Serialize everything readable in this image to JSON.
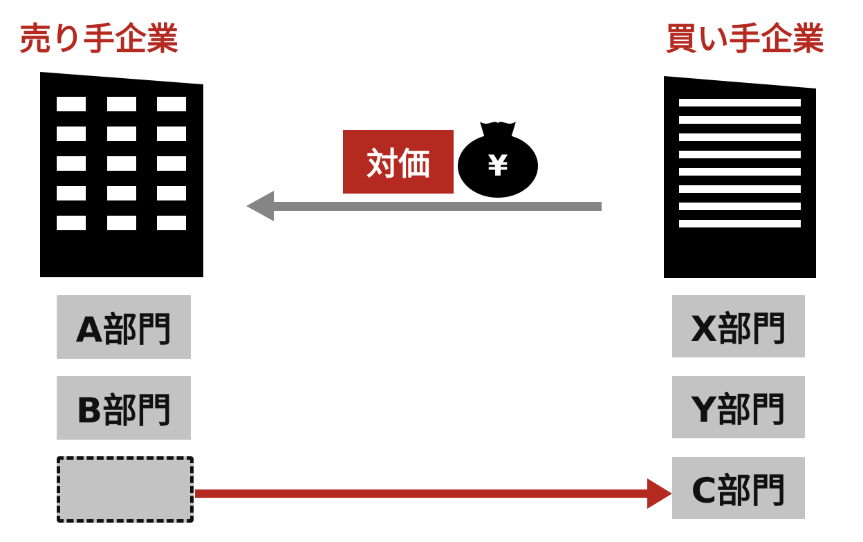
{
  "seller": {
    "title": "売り手企業",
    "departments": [
      "A部門",
      "B部門"
    ]
  },
  "buyer": {
    "title": "買い手企業",
    "departments": [
      "X部門",
      "Y部門",
      "C部門"
    ]
  },
  "payment": {
    "label": "対価",
    "bag_symbol": "¥"
  },
  "colors": {
    "accent_red": "#b52a20",
    "building_black": "#000000",
    "dept_gray": "#c3c3c3",
    "arrow_gray": "#858585"
  }
}
